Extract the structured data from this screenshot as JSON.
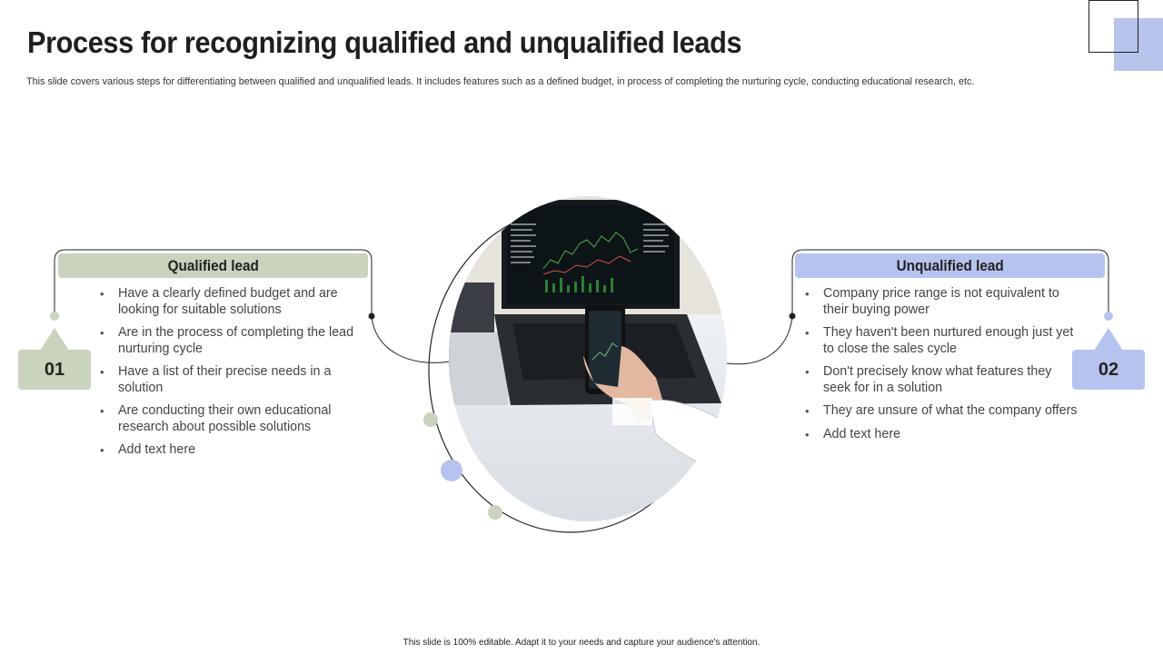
{
  "slide": {
    "title": "Process for recognizing qualified and unqualified leads",
    "subtitle": "This slide covers various steps for differentiating between qualified and unqualified leads. It includes features such as a defined budget, in process of completing the nurturing cycle, conducting educational research, etc.",
    "footer": "This slide is 100% editable. Adapt it to your needs and capture your audience's attention."
  },
  "left_panel": {
    "heading": "Qualified lead",
    "number": "01",
    "items": [
      "Have a clearly defined budget and are looking for suitable solutions",
      "Are in the process of completing the lead nurturing cycle",
      "Have a list of their precise needs in a solution",
      "Are conducting their own educational research about possible solutions",
      "Add text here"
    ]
  },
  "right_panel": {
    "heading": "Unqualified lead",
    "number": "02",
    "items": [
      "Company price range is not equivalent to their buying power",
      "They haven't been nurtured enough just yet to close the sales cycle",
      "Don't precisely know what features they seek for in a solution",
      "They are unsure of what the company offers",
      "Add text here"
    ]
  },
  "colors": {
    "green_accent": "#c9d3bd",
    "blue_accent": "#b6c3ee",
    "line": "#222222"
  },
  "icons": {
    "center_image": "laptop-stock-chart-phone-photo"
  }
}
